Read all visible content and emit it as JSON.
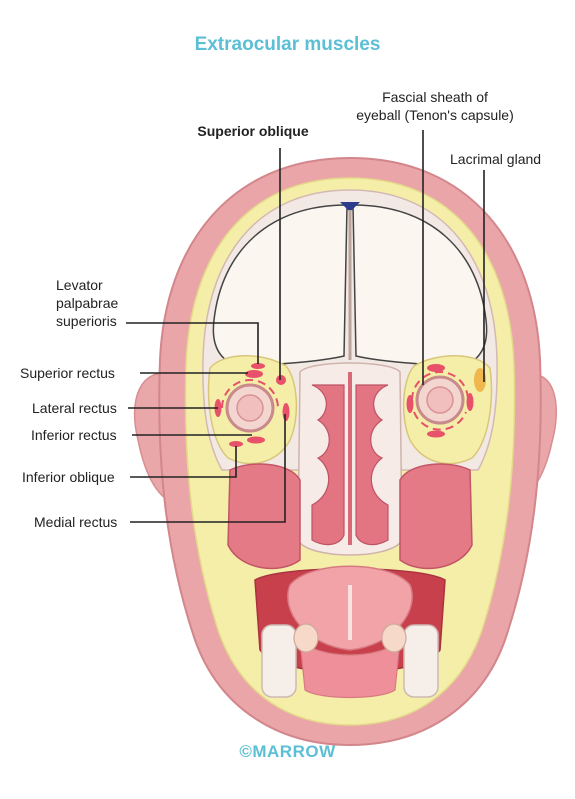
{
  "title": "Extraocular muscles",
  "labels": {
    "superior_oblique": "Superior oblique",
    "fascial_sheath_line1": "Fascial sheath of",
    "fascial_sheath_line2": "eyeball (Tenon's capsule)",
    "lacrimal_gland": "Lacrimal gland",
    "levator_line1": "Levator",
    "levator_line2": "palpabrae",
    "levator_line3": "superioris",
    "superior_rectus": "Superior rectus",
    "lateral_rectus": "Lateral rectus",
    "inferior_rectus": "Inferior rectus",
    "inferior_oblique": "Inferior oblique",
    "medial_rectus": "Medial rectus"
  },
  "brand": "©MARROW",
  "colors": {
    "title": "#5bbfd6",
    "skin": "#e9a3a6",
    "fat": "#f4eda3",
    "brain": "#fbf4ee",
    "mucosa": "#e4737f",
    "muscle": "#e8516a"
  }
}
